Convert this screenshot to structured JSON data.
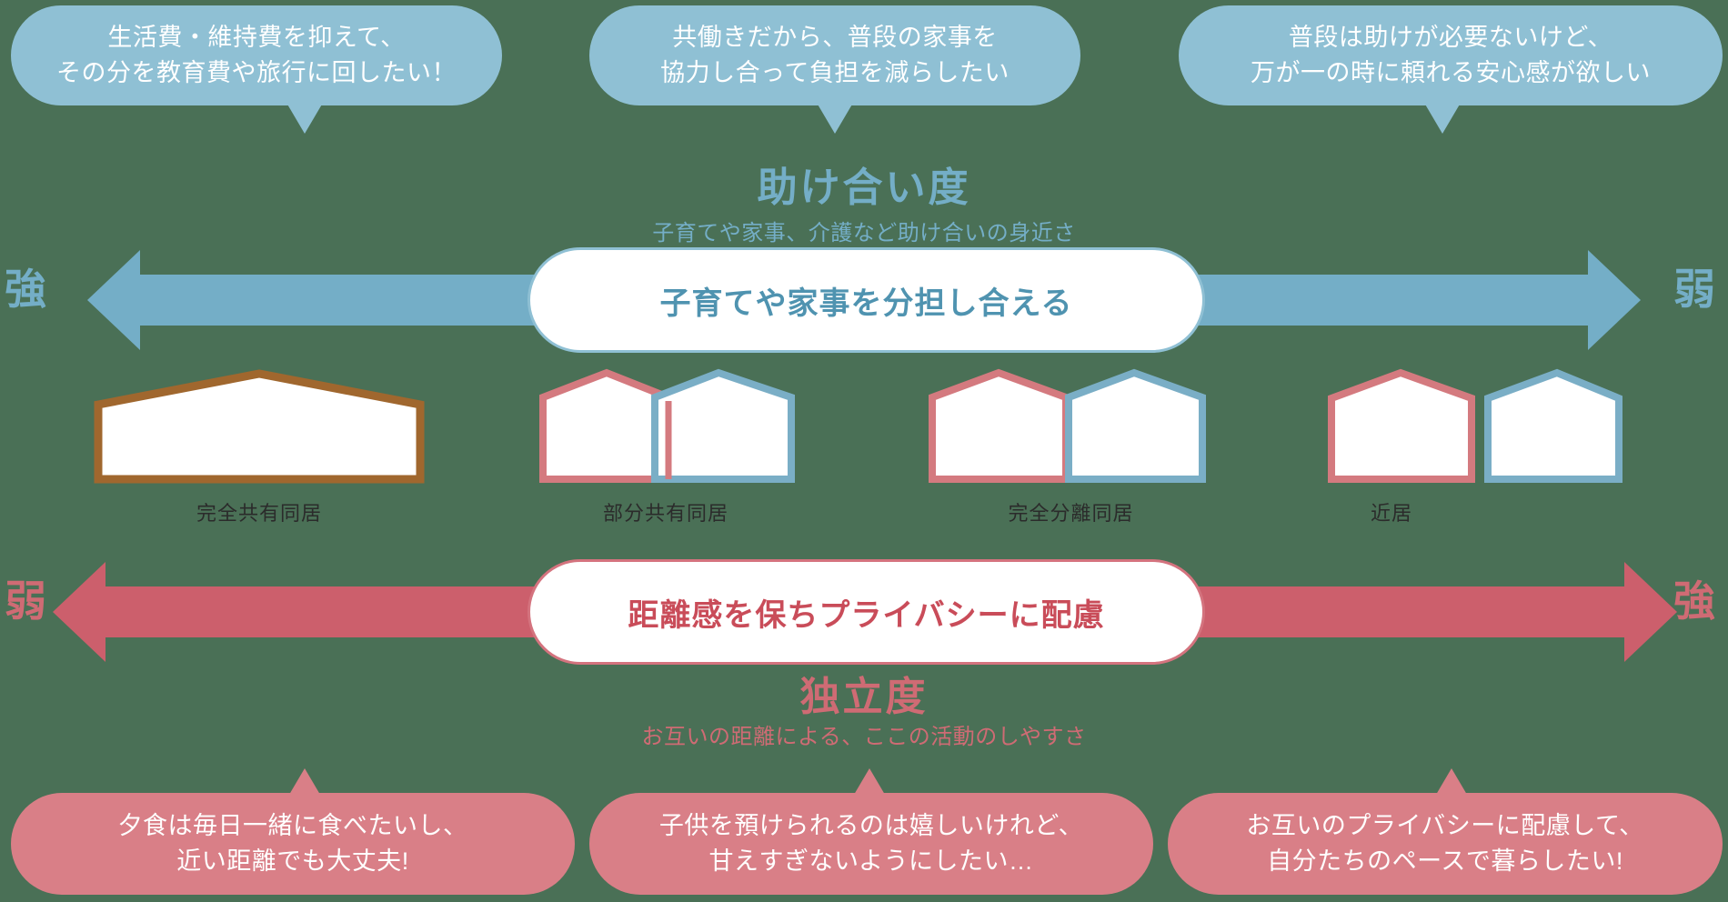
{
  "colors": {
    "background": "#4a7056",
    "blue_light": "#8fc0d4",
    "blue": "#74aec7",
    "blue_text": "#4f93b0",
    "red_light": "#d97f87",
    "red": "#cc5f6c",
    "red_text": "#c94c59",
    "house_brown": "#a0672e",
    "house_red": "#d47a7f",
    "house_blue": "#7aaec6",
    "white": "#ffffff",
    "label_text": "#2b2b2b"
  },
  "top_bubbles": [
    {
      "text": "生活費・維持費を抑えて、\n その分を教育費や旅行に回したい！"
    },
    {
      "text": "共働きだから、普段の家事を\n協力し合って負担を減らしたい"
    },
    {
      "text": "普段は助けが必要ないけど、\n万が一の時に頼れる安心感が欲しい"
    }
  ],
  "bottom_bubbles": [
    {
      "text": "夕食は毎日一緒に食べたいし、\n近い距離でも大丈夫!"
    },
    {
      "text": "子供を預けられるのは嬉しいけれど、\n甘えすぎないようにしたい…"
    },
    {
      "text": "お互いのプライバシーに配慮して、\n自分たちのペースで暮らしたい!"
    }
  ],
  "top_axis": {
    "title": "助け合い度",
    "subtitle": "子育てや家事、介護など助け合いの身近さ",
    "pill_label": "子育てや家事を分担し合える",
    "left_label": "強",
    "right_label": "弱"
  },
  "bottom_axis": {
    "title": "独立度",
    "subtitle": "お互いの距離による、ここの活動のしやすさ",
    "pill_label": "距離感を保ちプライバシーに配慮",
    "left_label": "弱",
    "right_label": "強"
  },
  "houses": [
    {
      "label": "完全共有同居",
      "style": "single-wide"
    },
    {
      "label": "部分共有同居",
      "style": "two-overlapping"
    },
    {
      "label": "完全分離同居",
      "style": "two-adjacent"
    },
    {
      "label": "近居",
      "style": "two-separated"
    }
  ]
}
